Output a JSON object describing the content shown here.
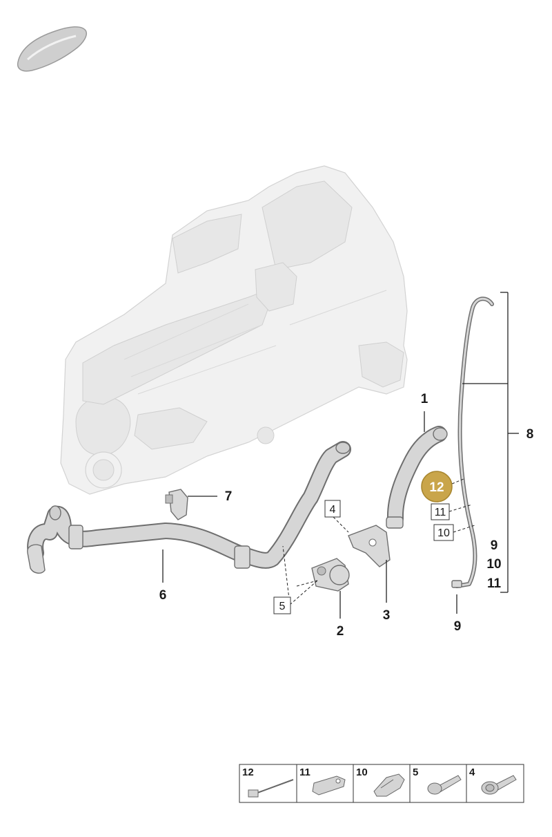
{
  "diagram": {
    "highlight_color": "#c9a54a",
    "callouts": [
      {
        "id": "c1",
        "label": "1"
      },
      {
        "id": "c2",
        "label": "2"
      },
      {
        "id": "c3",
        "label": "3"
      },
      {
        "id": "c6",
        "label": "6"
      },
      {
        "id": "c7",
        "label": "7"
      },
      {
        "id": "c8",
        "label": "8"
      },
      {
        "id": "c9a",
        "label": "9"
      },
      {
        "id": "c9b",
        "label": "9"
      },
      {
        "id": "c10",
        "label": "10"
      },
      {
        "id": "c11",
        "label": "11"
      }
    ],
    "boxed_labels": {
      "b4": "4",
      "b5": "5",
      "b11": "11",
      "b10": "10"
    },
    "highlighted_label": "12",
    "legend": [
      {
        "label": "12",
        "icon": "wire-tie-icon"
      },
      {
        "label": "11",
        "icon": "clip-icon"
      },
      {
        "label": "10",
        "icon": "bracket-clip-icon"
      },
      {
        "label": "5",
        "icon": "bolt-icon"
      },
      {
        "label": "4",
        "icon": "flange-bolt-icon"
      }
    ]
  }
}
